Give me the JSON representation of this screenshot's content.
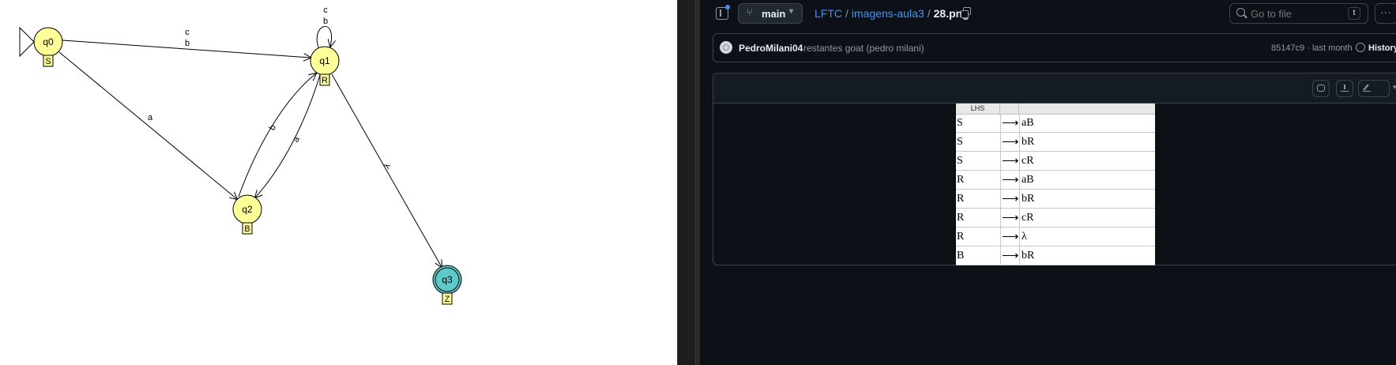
{
  "colors": {
    "state_fill": "#ffff99",
    "final_fill": "#5fc9c9",
    "page_bg": "#0d1117",
    "link": "#4493f8",
    "muted": "#9198a1"
  },
  "automaton": {
    "states": [
      {
        "id": "q0",
        "label": "q0",
        "tag": "S",
        "initial": true,
        "final": false
      },
      {
        "id": "q1",
        "label": "q1",
        "tag": "R",
        "initial": false,
        "final": false
      },
      {
        "id": "q2",
        "label": "q2",
        "tag": "B",
        "initial": false,
        "final": false
      },
      {
        "id": "q3",
        "label": "q3",
        "tag": "Z",
        "initial": false,
        "final": true
      }
    ],
    "transitions": [
      {
        "from": "q0",
        "to": "q1",
        "labels": [
          "c",
          "b"
        ]
      },
      {
        "from": "q0",
        "to": "q2",
        "labels": [
          "a"
        ]
      },
      {
        "from": "q1",
        "to": "q1",
        "labels": [
          "c",
          "b"
        ]
      },
      {
        "from": "q2",
        "to": "q1",
        "labels": [
          "b"
        ]
      },
      {
        "from": "q1",
        "to": "q2",
        "labels": [
          "a"
        ]
      },
      {
        "from": "q1",
        "to": "q3",
        "labels": [
          "λ"
        ]
      }
    ]
  },
  "github": {
    "branch": "main",
    "breadcrumb": {
      "repo": "LFTC",
      "folder": "imagens-aula3",
      "file": "28.png",
      "sep": "/"
    },
    "search": {
      "placeholder": "Go to file",
      "shortcut": "t"
    },
    "more_label": "···",
    "commit": {
      "author": "PedroMilani04",
      "message": "restantes goat (pedro milani)",
      "meta": "85147c9 · last month",
      "history_label": "History"
    }
  },
  "grammar_table": {
    "header": "LHS",
    "arrow": "⟶",
    "rows": [
      {
        "lhs": "S",
        "rhs": "aB"
      },
      {
        "lhs": "S",
        "rhs": "bR"
      },
      {
        "lhs": "S",
        "rhs": "cR"
      },
      {
        "lhs": "R",
        "rhs": "aB"
      },
      {
        "lhs": "R",
        "rhs": "bR"
      },
      {
        "lhs": "R",
        "rhs": "cR"
      },
      {
        "lhs": "R",
        "rhs": "λ"
      },
      {
        "lhs": "B",
        "rhs": "bR"
      }
    ]
  }
}
